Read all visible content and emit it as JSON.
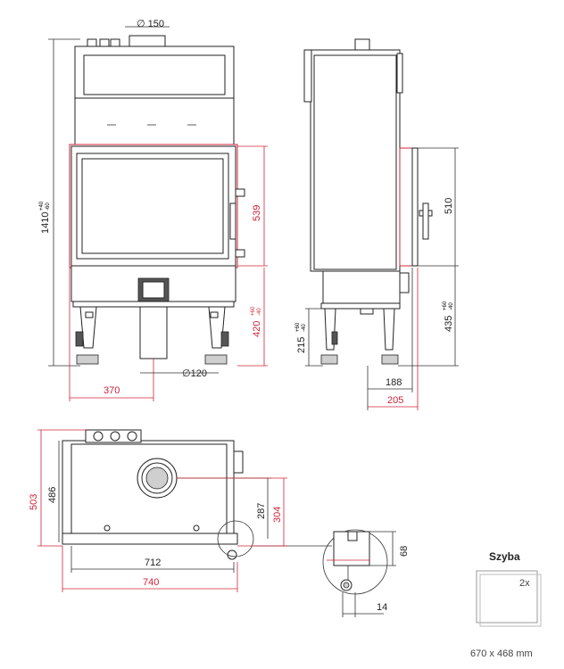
{
  "front_view": {
    "flue_diameter": "∅ 150",
    "height_total": "1410",
    "height_tol_plus": "+40",
    "height_tol_minus": "-60",
    "door_height": "539",
    "leg_height": "420",
    "leg_tol_plus": "+60",
    "leg_tol_minus": "-40",
    "air_inlet_diameter": "∅120",
    "offset_370": "370"
  },
  "side_view": {
    "door_height": "510",
    "bottom_height": "435",
    "bottom_tol_plus": "+60",
    "bottom_tol_minus": "-40",
    "leg_height": "215",
    "leg_tol_plus": "+60",
    "leg_tol_minus": "-40",
    "depth_188": "188",
    "depth_205": "205"
  },
  "top_view": {
    "depth_503": "503",
    "depth_486": "486",
    "flue_offset_287": "287",
    "flue_offset_304": "304",
    "width_712": "712",
    "width_740": "740"
  },
  "detail": {
    "dim_68": "68",
    "dim_14": "14"
  },
  "glass": {
    "title": "Szyba",
    "count": "2x",
    "size": "670 x 468 mm"
  },
  "colors": {
    "accent": "#d0243a",
    "line": "#333333"
  }
}
